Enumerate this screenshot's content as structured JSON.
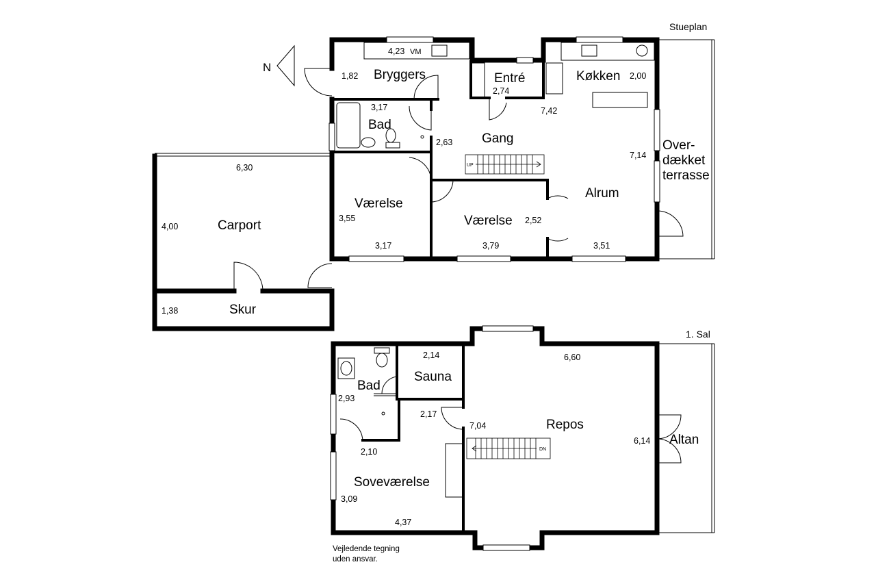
{
  "floors": {
    "ground": {
      "heading": "Stueplan",
      "rooms": {
        "bryggers": "Bryggers",
        "entre": "Entré",
        "kokken": "Køkken",
        "bad": "Bad",
        "gang": "Gang",
        "overdaekket_1": "Over-",
        "overdaekket_2": "dækket",
        "overdaekket_3": "terrasse",
        "vaerelse_1": "Værelse",
        "vaerelse_2": "Værelse",
        "alrum": "Alrum",
        "carport": "Carport",
        "skur": "Skur"
      },
      "dimensions": {
        "bryggers_w": "4,23",
        "bryggers_h": "1,82",
        "entre": "2,74",
        "kokken_h": "2,00",
        "kokken_w": "7,42",
        "bad_w": "3,17",
        "gang": "2,63",
        "alrum_h": "7,14",
        "vaerelse1_h": "3,55",
        "vaerelse1_w": "3,17",
        "vaerelse2_w": "3,79",
        "vaerelse2_h": "2,52",
        "alrum_w": "3,51",
        "carport_w": "6,30",
        "carport_h": "4,00",
        "skur_h": "1,38"
      },
      "fixtures": {
        "washer": "VM",
        "stair": "UP"
      }
    },
    "upper": {
      "heading": "1. Sal",
      "rooms": {
        "bad": "Bad",
        "sauna": "Sauna",
        "repos": "Repos",
        "altan": "Altan",
        "sovevaerelse": "Soveværelse"
      },
      "dimensions": {
        "sauna": "2,14",
        "repos_w": "6,60",
        "bad_h": "2,93",
        "hall": "2,17",
        "repos_d": "7,04",
        "altan": "6,14",
        "bad_w": "2,10",
        "sove_h": "3,09",
        "sove_w": "4,37"
      },
      "fixtures": {
        "stair": "DN"
      }
    }
  },
  "compass": "N",
  "disclaimer": {
    "line1": "Vejledende tegning",
    "line2": "uden ansvar."
  }
}
